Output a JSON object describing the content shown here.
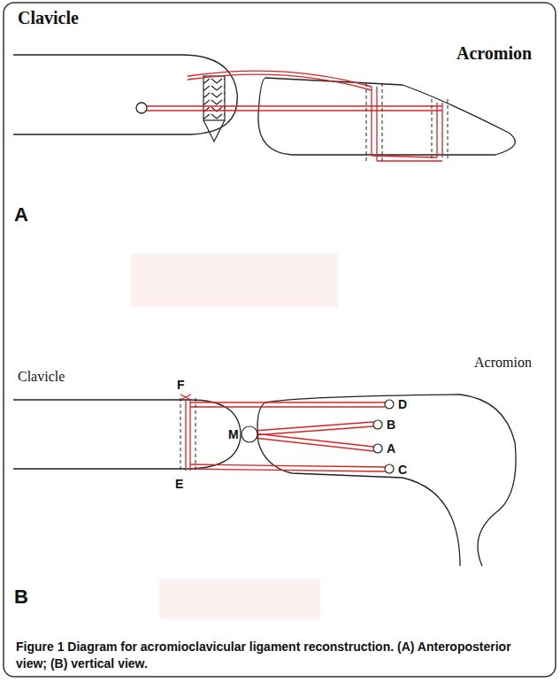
{
  "diagram": {
    "caption": "Figure 1 Diagram for acromioclavicular ligament reconstruction. (A) Anteroposterior view; (B) vertical view.",
    "labels": [
      "Clavicle",
      "Acromion",
      "A",
      "Clavicle",
      "Acromion",
      "F",
      "E",
      "M",
      "D",
      "B",
      "A",
      "C",
      "B"
    ]
  }
}
